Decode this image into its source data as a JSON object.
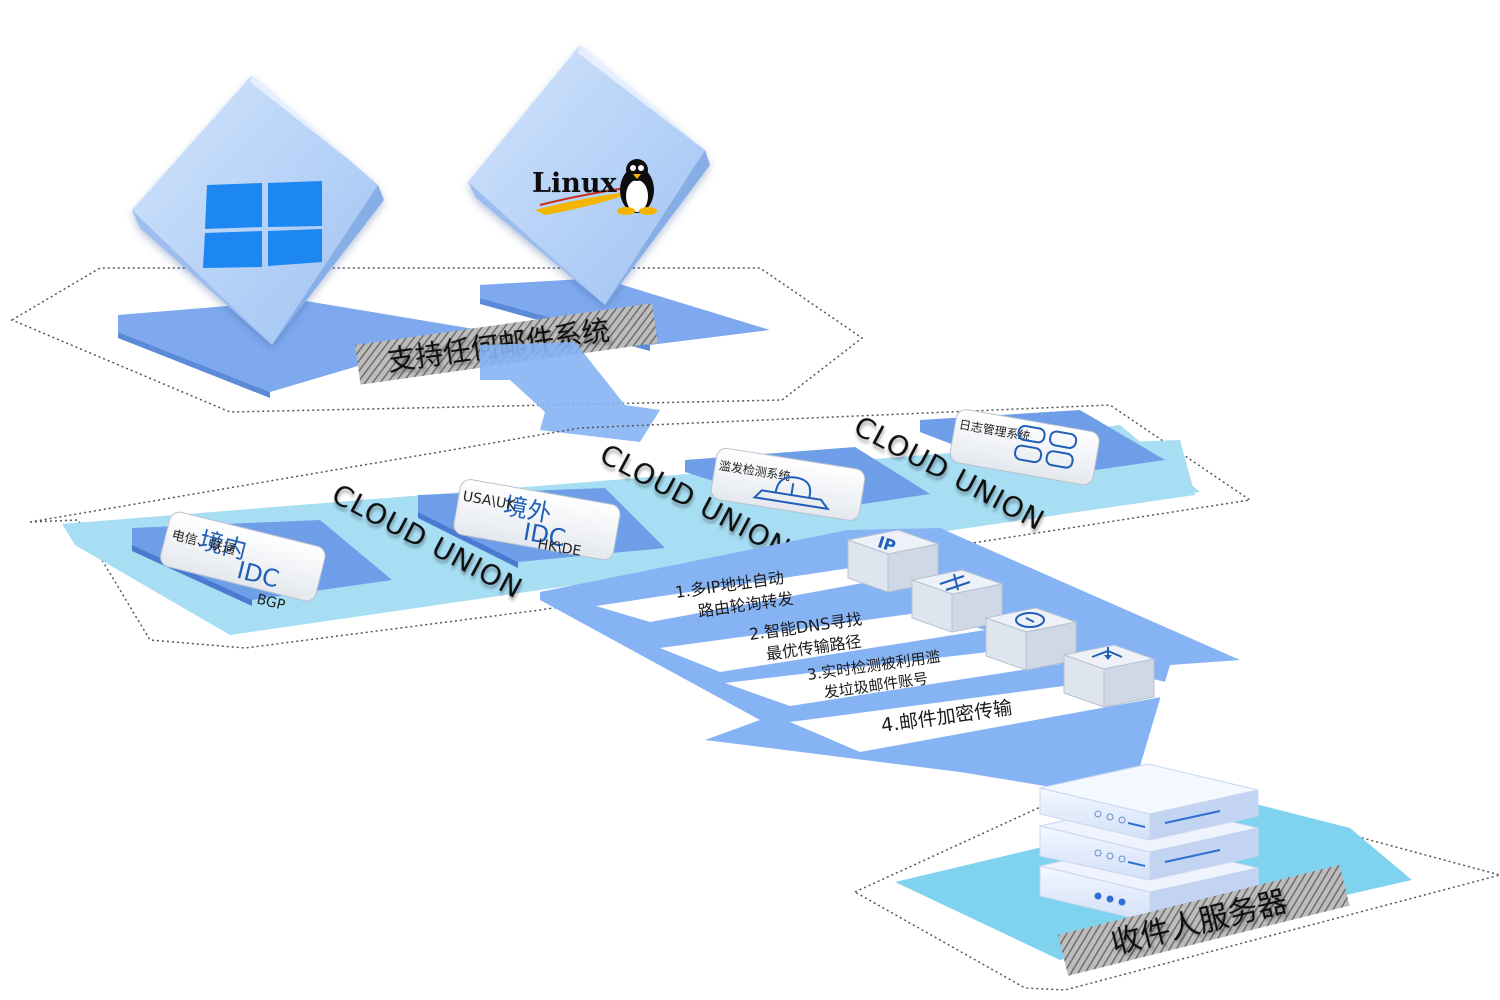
{
  "top_section": {
    "title": "支持任何邮件系统",
    "os": [
      {
        "name": "windows",
        "label": ""
      },
      {
        "name": "linux",
        "label": "Linux"
      }
    ]
  },
  "cloud_layer": {
    "band_label": "CLOUD UNION",
    "nodes": [
      {
        "id": "domestic-idc",
        "title": "境内",
        "subtitle": "IDC",
        "small": "电信、联通",
        "tag": "BGP"
      },
      {
        "id": "overseas-idc",
        "title": "境外",
        "subtitle": "IDC",
        "small": "USA\\UK",
        "tag": "HK\\DE"
      },
      {
        "id": "spam-detect",
        "small": "滥发检测系统"
      },
      {
        "id": "log-mgmt",
        "small": "日志管理系统"
      }
    ]
  },
  "steps": [
    {
      "line1": "1.多IP地址自动",
      "line2": "路由轮询转发"
    },
    {
      "line1": "2.智能DNS寻找",
      "line2": "最优传输路径"
    },
    {
      "line1": "3.实时检测被利用滥",
      "line2": "发垃圾邮件账号"
    },
    {
      "line1": "4.邮件加密传输",
      "line2": ""
    }
  ],
  "step_icons": [
    {
      "name": "ip-icon",
      "text": "IP"
    },
    {
      "name": "dns-icon",
      "text": ""
    },
    {
      "name": "monitor-icon",
      "text": ""
    },
    {
      "name": "encrypt-icon",
      "text": ""
    }
  ],
  "bottom_section": {
    "title": "收件人服务器"
  },
  "colors": {
    "platform": "#a8dcf2",
    "arrow": "#7fb1f5",
    "tile_top": "#b8d4f8",
    "tile_side": "#8ab6f2",
    "base_blue": "#7aa8ec",
    "server_face": "#dfe9fb"
  }
}
